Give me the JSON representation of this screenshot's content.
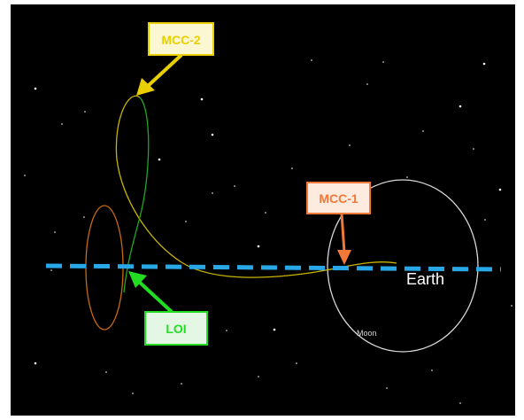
{
  "labels": {
    "mcc2": "MCC-2",
    "mcc1": "MCC-1",
    "loi": "LOI",
    "earth": "Earth",
    "moon": "Moon"
  },
  "colors": {
    "background": "#000000",
    "mcc2": "#e8d000",
    "mcc1": "#f07838",
    "loi": "#22dd22",
    "axis": "#29a8e8",
    "trajectory_yellow": "#c8b400",
    "trajectory_green": "#1fa81f",
    "orbit_orange": "#c86a10",
    "moon_orbit": "#d8d8d8"
  }
}
